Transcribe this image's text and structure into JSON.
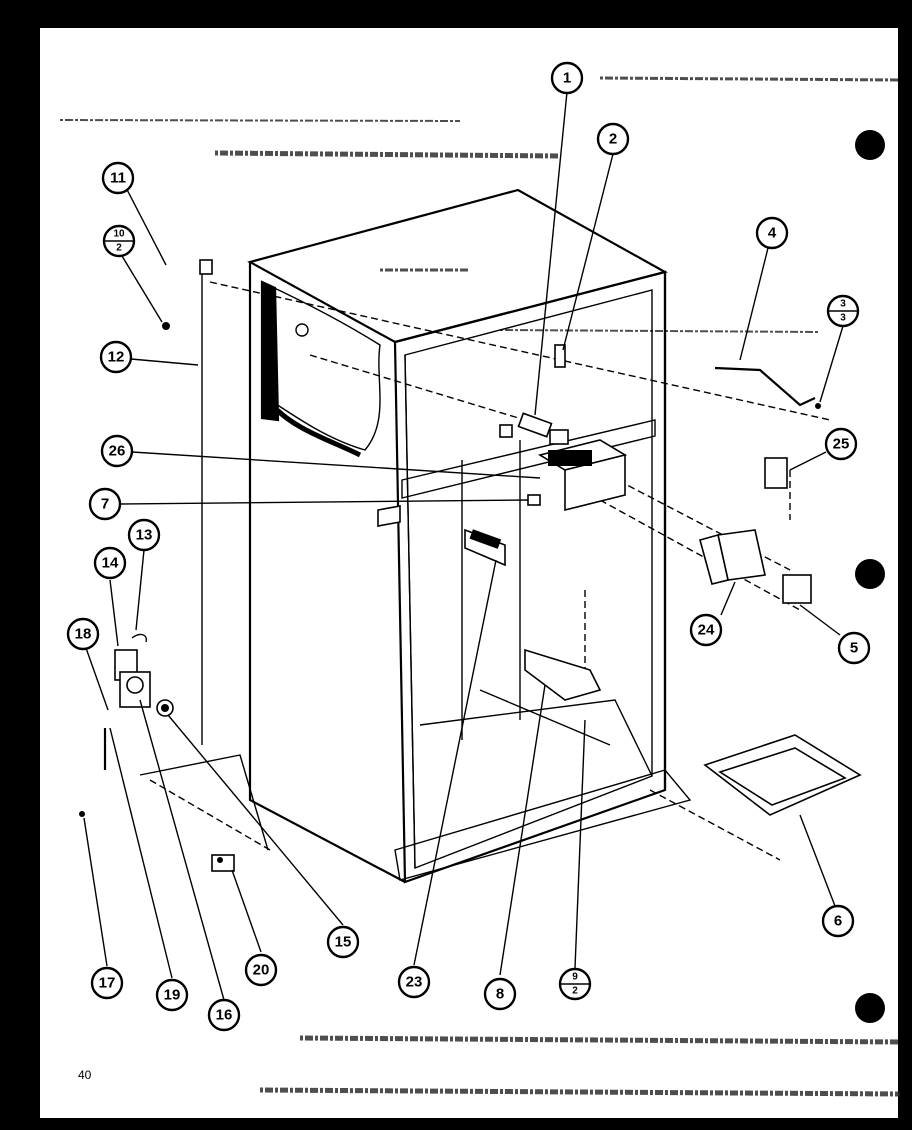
{
  "page": {
    "number": "40"
  },
  "callouts": [
    {
      "id": "c1",
      "label": "1"
    },
    {
      "id": "c2",
      "label": "2"
    },
    {
      "id": "c3",
      "top": "3",
      "bottom": "3"
    },
    {
      "id": "c4",
      "label": "4"
    },
    {
      "id": "c5",
      "label": "5"
    },
    {
      "id": "c6",
      "label": "6"
    },
    {
      "id": "c7",
      "label": "7"
    },
    {
      "id": "c8",
      "label": "8"
    },
    {
      "id": "c9",
      "top": "9",
      "bottom": "2"
    },
    {
      "id": "c10",
      "top": "10",
      "bottom": "2"
    },
    {
      "id": "c11",
      "label": "11"
    },
    {
      "id": "c12",
      "label": "12"
    },
    {
      "id": "c13",
      "label": "13"
    },
    {
      "id": "c14",
      "label": "14"
    },
    {
      "id": "c15",
      "label": "15"
    },
    {
      "id": "c16",
      "label": "16"
    },
    {
      "id": "c17",
      "label": "17"
    },
    {
      "id": "c18",
      "label": "18"
    },
    {
      "id": "c19",
      "label": "19"
    },
    {
      "id": "c20",
      "label": "20"
    },
    {
      "id": "c23",
      "label": "23"
    },
    {
      "id": "c24",
      "label": "24"
    },
    {
      "id": "c25",
      "label": "25"
    },
    {
      "id": "c26",
      "label": "26"
    }
  ]
}
